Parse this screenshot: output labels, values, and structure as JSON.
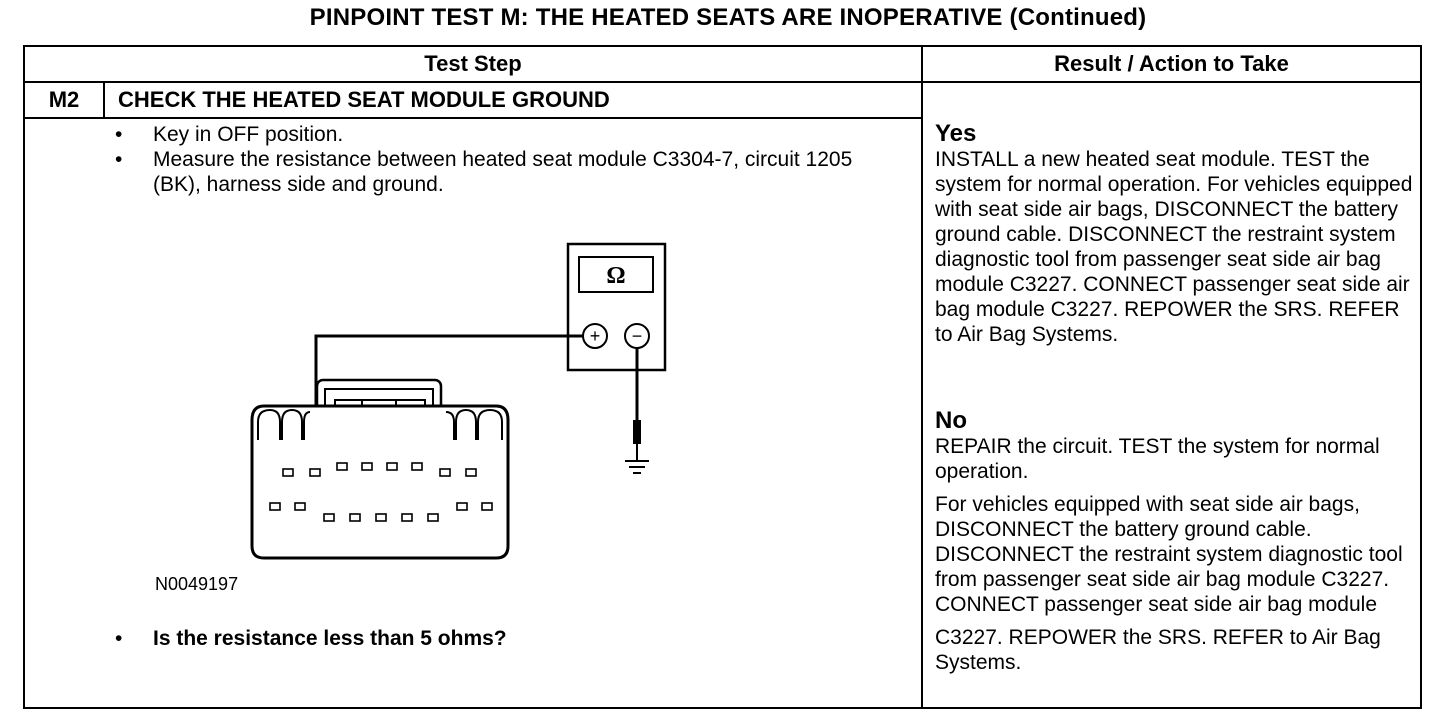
{
  "title": "PINPOINT TEST  M: THE HEATED SEATS ARE INOPERATIVE (Continued)",
  "table": {
    "col_test_step": "Test Step",
    "col_result": "Result / Action to Take"
  },
  "step": {
    "id": "M2",
    "title": "CHECK THE HEATED SEAT MODULE GROUND",
    "bullets": [
      "Key in OFF position.",
      "Measure the resistance between heated seat module C3304-7, circuit 1205 (BK), harness side and ground."
    ],
    "figure_id": "N0049197",
    "meter_symbol": "Ω",
    "plus_symbol": "+",
    "minus_symbol": "−",
    "question": "Is the resistance less than 5 ohms?"
  },
  "results": {
    "yes_label": "Yes",
    "yes_text": "INSTALL a new heated seat module. TEST the system for normal operation. For vehicles equipped with seat side air bags, DISCONNECT the battery ground cable. DISCONNECT the restraint system diagnostic tool from passenger seat side air bag module C3227. CONNECT passenger seat side air bag module C3227. REPOWER the  SRS. REFER to Air Bag Systems.",
    "no_label": "No",
    "no_text_1": "REPAIR the circuit. TEST the system for normal operation.",
    "no_text_2": "For vehicles equipped with seat side air bags, DISCONNECT the battery ground cable. DISCONNECT the restraint system diagnostic tool from passenger seat side air bag module C3227. CONNECT passenger seat side air bag module",
    "no_text_3": "C3227. REPOWER the  SRS. REFER to Air Bag Systems."
  }
}
